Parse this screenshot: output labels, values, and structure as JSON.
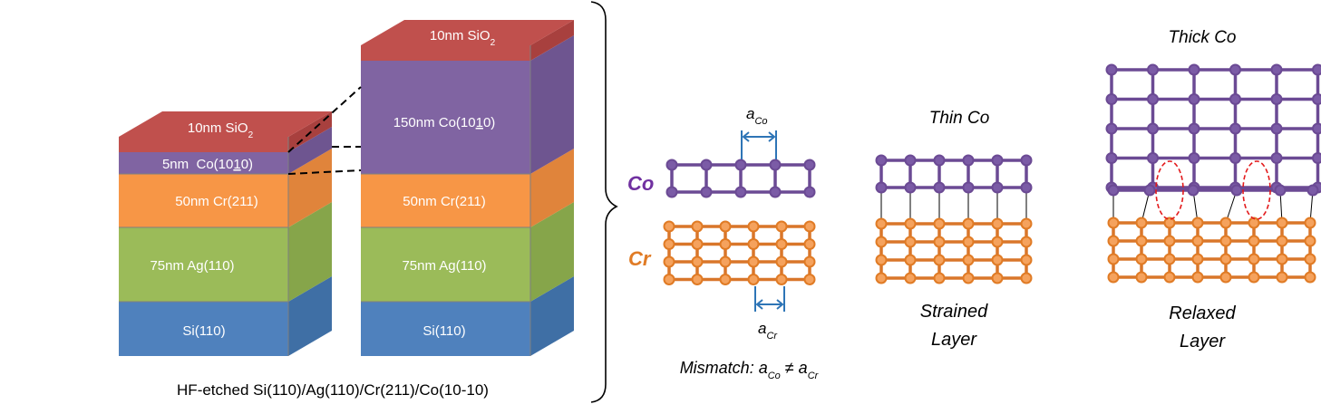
{
  "colors": {
    "sio2": "#C0504D",
    "co": "#8064A2",
    "cr": "#F79646",
    "ag": "#9BBB59",
    "si": "#4F81BD",
    "co_atom": "#6B4A94",
    "co_bond": "#6B4A94",
    "cr_atom": "#E07B25",
    "cr_bond": "#D9762A",
    "arrow": "#2E75B6",
    "ellipse": "#E31A1C"
  },
  "stack_thin": {
    "sio2": {
      "main": "10nm SiO",
      "sub": "2"
    },
    "co": {
      "pre": "5nm  Co(10",
      "under": "1",
      "post": "0)"
    },
    "cr": "50nm Cr(211)",
    "ag": "75nm Ag(110)",
    "si": "Si(110)"
  },
  "stack_thick": {
    "sio2": {
      "main": "10nm SiO",
      "sub": "2"
    },
    "co": {
      "pre": "150nm Co(10",
      "under": "1",
      "post": "0)"
    },
    "cr": "50nm Cr(211)",
    "ag": "75nm Ag(110)",
    "si": "Si(110)"
  },
  "caption": "HF-etched Si(110)/Ag(110)/Cr(211)/Co(10-10)",
  "mismatch_panel": {
    "co_label": "Co",
    "cr_label": "Cr",
    "a_co": {
      "main": "a",
      "sub": "Co"
    },
    "a_cr": {
      "main": "a",
      "sub": "Cr"
    },
    "mismatch": {
      "prefix": "Mismatch: ",
      "a1": "a",
      "s1": "Co",
      "neq": " ≠ ",
      "a2": "a",
      "s2": "Cr"
    }
  },
  "thin_panel": {
    "title": "Thin Co",
    "label_line1": "Strained",
    "label_line2": "Layer"
  },
  "thick_panel": {
    "title": "Thick Co",
    "label_line1": "Relaxed",
    "label_line2": "Layer"
  }
}
